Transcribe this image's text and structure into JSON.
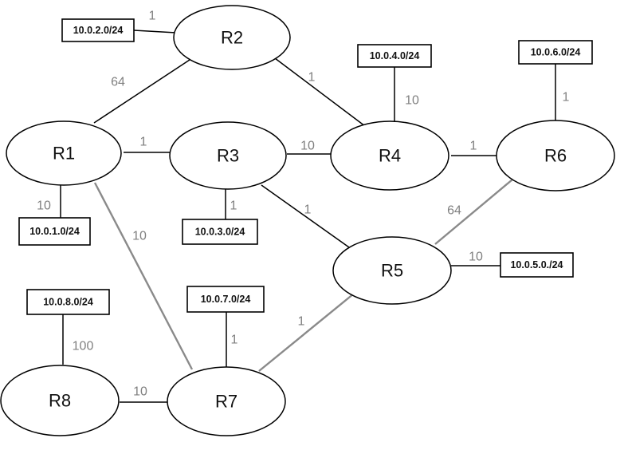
{
  "routers": [
    {
      "id": "R1",
      "label": "R1"
    },
    {
      "id": "R2",
      "label": "R2"
    },
    {
      "id": "R3",
      "label": "R3"
    },
    {
      "id": "R4",
      "label": "R4"
    },
    {
      "id": "R5",
      "label": "R5"
    },
    {
      "id": "R6",
      "label": "R6"
    },
    {
      "id": "R7",
      "label": "R7"
    },
    {
      "id": "R8",
      "label": "R8"
    }
  ],
  "subnets": [
    {
      "id": "n2",
      "label": "10.0.2.0/24",
      "router": "R2",
      "cost": "1"
    },
    {
      "id": "n4",
      "label": "10.0.4.0/24",
      "router": "R4",
      "cost": "10"
    },
    {
      "id": "n6",
      "label": "10.0.6.0/24",
      "router": "R6",
      "cost": "1"
    },
    {
      "id": "n1",
      "label": "10.0.1.0/24",
      "router": "R1",
      "cost": "10"
    },
    {
      "id": "n3",
      "label": "10.0.3.0/24",
      "router": "R3",
      "cost": "1"
    },
    {
      "id": "n5",
      "label": "10.0.5.0./24",
      "router": "R5",
      "cost": "10"
    },
    {
      "id": "n8",
      "label": "10.0.8.0/24",
      "router": "R8",
      "cost": "100"
    },
    {
      "id": "n7",
      "label": "10.0.7.0/24",
      "router": "R7",
      "cost": "1"
    }
  ],
  "links": [
    {
      "from": "R1",
      "to": "R2",
      "cost": "64"
    },
    {
      "from": "R2",
      "to": "R4",
      "cost": "1"
    },
    {
      "from": "R1",
      "to": "R3",
      "cost": "1"
    },
    {
      "from": "R3",
      "to": "R4",
      "cost": "10"
    },
    {
      "from": "R4",
      "to": "R6",
      "cost": "1"
    },
    {
      "from": "R3",
      "to": "R5",
      "cost": "1"
    },
    {
      "from": "R5",
      "to": "R6",
      "cost": "64"
    },
    {
      "from": "R1",
      "to": "R7",
      "cost": "10"
    },
    {
      "from": "R5",
      "to": "R7",
      "cost": "1"
    },
    {
      "from": "R8",
      "to": "R7",
      "cost": "10"
    }
  ],
  "colors": {
    "line": "#000000",
    "secondary_line": "#8a8a8a",
    "cost_text": "#808080"
  }
}
